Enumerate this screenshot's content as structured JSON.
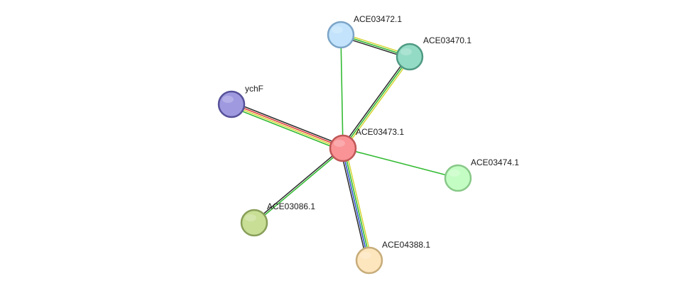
{
  "nodes": [
    {
      "id": "ACE03473.1",
      "label": "ACE03473.1",
      "fill": "#f99395",
      "stroke": "#bf5656"
    },
    {
      "id": "ACE03472.1",
      "label": "ACE03472.1",
      "fill": "#c2e3fb",
      "stroke": "#7ba4c7"
    },
    {
      "id": "ACE03470.1",
      "label": "ACE03470.1",
      "fill": "#94dbc6",
      "stroke": "#4f9a83"
    },
    {
      "id": "ychF",
      "label": "ychF",
      "fill": "#9f9ae0",
      "stroke": "#565199"
    },
    {
      "id": "ACE03474.1",
      "label": "ACE03474.1",
      "fill": "#c4fdc4",
      "stroke": "#88c888"
    },
    {
      "id": "ACE03086.1",
      "label": "ACE03086.1",
      "fill": "#c8de95",
      "stroke": "#879e58"
    },
    {
      "id": "ACE04388.1",
      "label": "ACE04388.1",
      "fill": "#fde5bd",
      "stroke": "#c7ac7a"
    }
  ],
  "edges": [
    {
      "source": "ACE03472.1",
      "target": "ACE03470.1",
      "colors": [
        "#d6d63a",
        "#33bb33",
        "#333333"
      ]
    },
    {
      "source": "ACE03473.1",
      "target": "ACE03472.1",
      "colors": [
        "#33bb33"
      ]
    },
    {
      "source": "ACE03473.1",
      "target": "ACE03470.1",
      "colors": [
        "#333333",
        "#33bb33",
        "#d6d63a"
      ]
    },
    {
      "source": "ACE03473.1",
      "target": "ychF",
      "colors": [
        "#33bb33",
        "#d6d63a",
        "#e03c3c",
        "#333333"
      ]
    },
    {
      "source": "ACE03473.1",
      "target": "ACE03474.1",
      "colors": [
        "#33bb33"
      ]
    },
    {
      "source": "ACE03473.1",
      "target": "ACE03086.1",
      "colors": [
        "#33bb33",
        "#333333"
      ]
    },
    {
      "source": "ACE03473.1",
      "target": "ACE04388.1",
      "colors": [
        "#d6d63a",
        "#33bb33",
        "#3355cc",
        "#333333"
      ]
    }
  ]
}
